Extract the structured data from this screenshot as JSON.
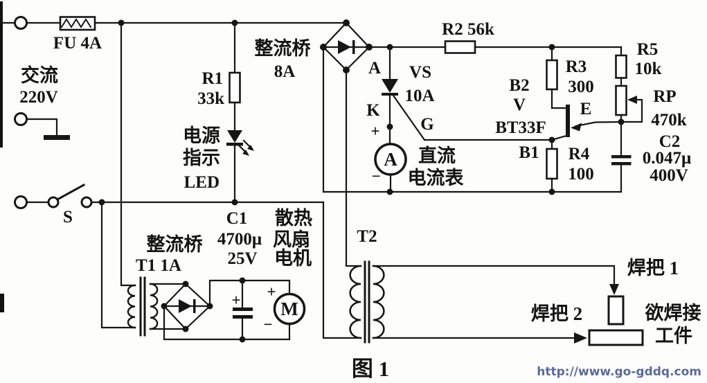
{
  "figure": {
    "caption": "图 1",
    "watermark": "http://www.go-gddq.com"
  },
  "mains": {
    "ac_label": "交流",
    "ac_voltage": "220V",
    "fuse_label": "FU 4A",
    "switch_label": "S"
  },
  "indicator": {
    "r1_name": "R1",
    "r1_value": "33k",
    "line1": "电源",
    "line2": "指示",
    "line3": "LED"
  },
  "main_bridge": {
    "name": "整流桥",
    "rating": "8A"
  },
  "scr": {
    "name": "VS",
    "rating": "10A",
    "anode": "A",
    "cathode": "K",
    "gate": "G"
  },
  "ammeter": {
    "plus": "+",
    "minus": "−",
    "meter_symbol": "A",
    "line1": "直流",
    "line2": "电流表"
  },
  "trigger": {
    "r2_label": "R2 56k",
    "r3_name": "R3",
    "r3_value": "300",
    "r4_name": "R4",
    "r4_value": "100",
    "r5_name": "R5",
    "r5_value": "10k",
    "rp_name": "RP",
    "rp_value": "470k",
    "c2_name": "C2",
    "c2_value": "0.047μ",
    "c2_voltage": "400V",
    "ujt_b2": "B2",
    "ujt_type_prefix": "V",
    "ujt_model": "BT33F",
    "ujt_e": "E",
    "ujt_b1": "B1"
  },
  "fan": {
    "bridge_name": "整流桥",
    "transformer_label": "T1 1A",
    "c1_name": "C1",
    "c1_value": "4700μ",
    "c1_voltage": "25V",
    "line1": "散热",
    "line2": "风扇",
    "line3": "电机",
    "motor_symbol": "M",
    "c1_plus": "+",
    "motor_plus": "+",
    "motor_minus": "−"
  },
  "welder": {
    "transformer_label": "T2",
    "electrode1_label": "焊把 1",
    "electrode2_label": "焊把 2",
    "workpiece_line1": "欲焊接",
    "workpiece_line2": "工件"
  }
}
